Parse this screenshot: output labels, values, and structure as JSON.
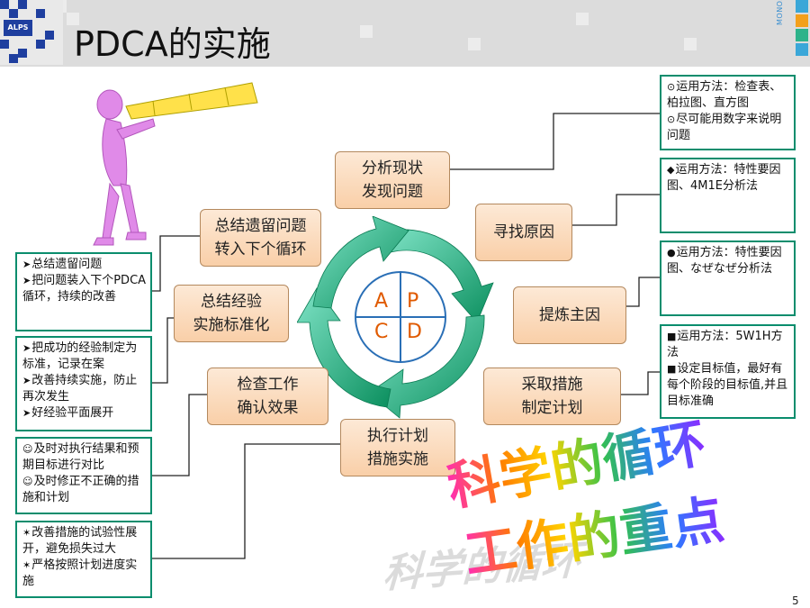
{
  "header": {
    "title": "PDCA的实施",
    "logo_text": "ALPS",
    "brand_vertical": "MONOZUKURI"
  },
  "cycle": {
    "letters": [
      "A",
      "P",
      "C",
      "D"
    ]
  },
  "steps": {
    "analyze": [
      "分析现状",
      "发现问题"
    ],
    "find_cause": [
      "寻找原因"
    ],
    "main_cause": [
      "提炼主因"
    ],
    "measures": [
      "采取措施",
      "制定计划"
    ],
    "execute": [
      "执行计划",
      "措施实施"
    ],
    "check": [
      "检查工作",
      "确认效果"
    ],
    "standardize": [
      "总结经验",
      "实施标准化"
    ],
    "summarize": [
      "总结遗留问题",
      "转入下个循环"
    ]
  },
  "notes": {
    "analyze": [
      {
        "bullet": "⊙",
        "text": "运用方法：检查表、柏拉图、直方图"
      },
      {
        "bullet": "⊙",
        "text": "尽可能用数字来说明问题"
      }
    ],
    "find_cause": [
      {
        "bullet": "◆",
        "text": "运用方法：特性要因图、4M1E分析法"
      }
    ],
    "main_cause": [
      {
        "bullet": "●",
        "text": "运用方法：特性要因图、なぜなぜ分析法"
      }
    ],
    "measures": [
      {
        "bullet": "■",
        "text": "运用方法：5W1H方法"
      },
      {
        "bullet": "■",
        "text": "设定目标值，最好有每个阶段的目标值,并且目标准确"
      }
    ],
    "summarize": [
      {
        "bullet": "➤",
        "text": "总结遗留问题"
      },
      {
        "bullet": "➤",
        "text": "把问题装入下个PDCA循环，持续的改善"
      }
    ],
    "standardize": [
      {
        "bullet": "➤",
        "text": "把成功的经验制定为标准，记录在案"
      },
      {
        "bullet": "➤",
        "text": "改善持续实施，防止再次发生"
      },
      {
        "bullet": "➤",
        "text": "好经验平面展开"
      }
    ],
    "check": [
      {
        "bullet": "☺",
        "text": "及时对执行结果和预期目标进行对比"
      },
      {
        "bullet": "☺",
        "text": "及时修正不正确的措施和计划"
      }
    ],
    "execute": [
      {
        "bullet": "✶",
        "text": "改善措施的试验性展开，避免损失过大"
      },
      {
        "bullet": "✶",
        "text": "严格按照计划进度实施"
      }
    ]
  },
  "slogans": {
    "line1": "科学的循环",
    "line2": "工作的重点"
  },
  "page_number": "5",
  "colors": {
    "box_fill": "#fbdcc0",
    "box_border": "#b4895e",
    "note_border": "#0a8d6d",
    "arrow_green": "#1fae7a",
    "letter_orange": "#e05a00",
    "figure_pink": "#e08ae8"
  }
}
